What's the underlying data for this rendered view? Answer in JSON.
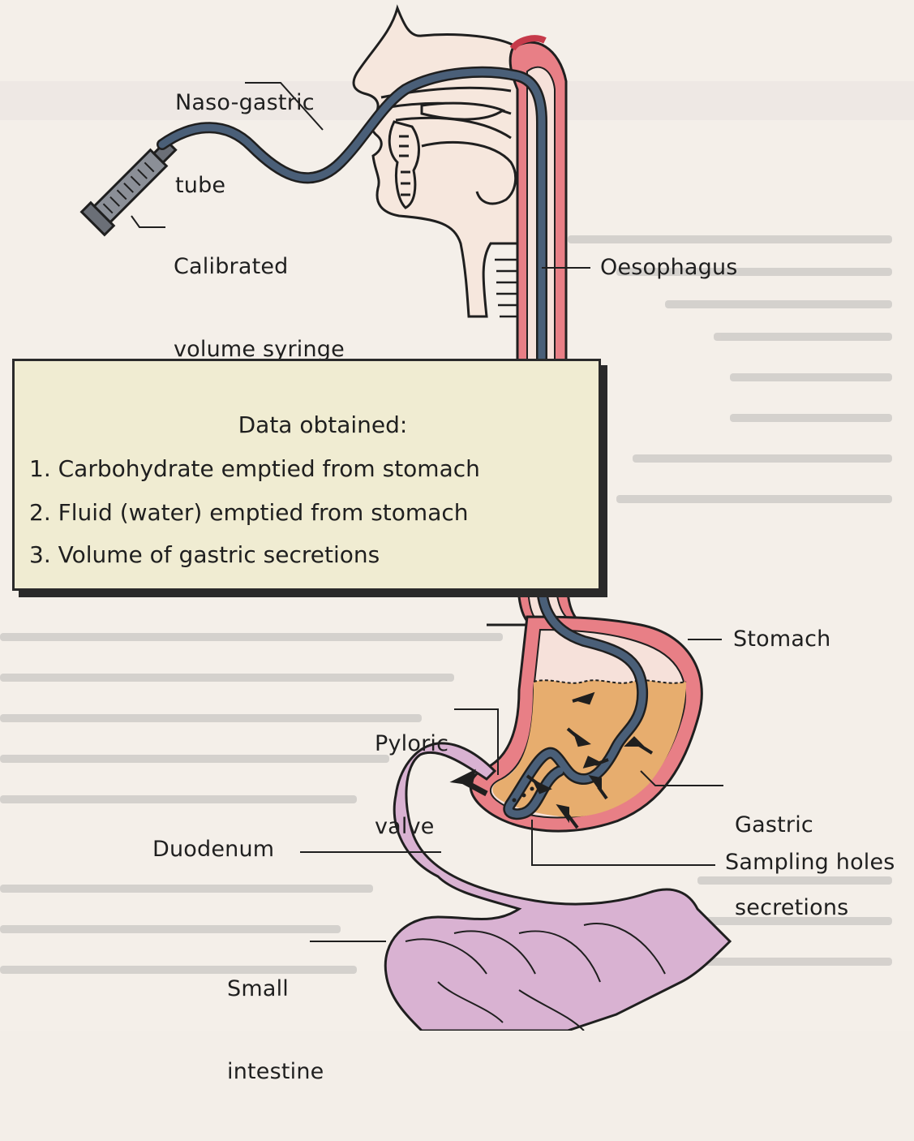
{
  "labels": {
    "ng_tube_line1": "Naso-gastric",
    "ng_tube_line2": "tube",
    "syringe_line1": "Calibrated",
    "syringe_line2": "volume syringe",
    "oesophagus": "Oesophagus",
    "stomach": "Stomach",
    "pyloric_line1": "Pyloric",
    "pyloric_line2": "valve",
    "gastric_line1": "Gastric",
    "gastric_line2": "secretions",
    "duodenum": "Duodenum",
    "sampling": "Sampling holes",
    "small_line1": "Small",
    "small_line2": "intestine"
  },
  "data_box": {
    "title": "Data obtained:",
    "items": [
      "1. Carbohydrate emptied from stomach",
      "2. Fluid (water) emptied from stomach",
      "3. Volume of gastric secretions"
    ]
  },
  "colors": {
    "tube": "#4a5f78",
    "wall": "#e87f86",
    "stomach_content": "#e7ad6e",
    "intestine": "#d9b2d2",
    "head_fill": "#f6e7dd",
    "box_fill": "#f0ecd2"
  }
}
